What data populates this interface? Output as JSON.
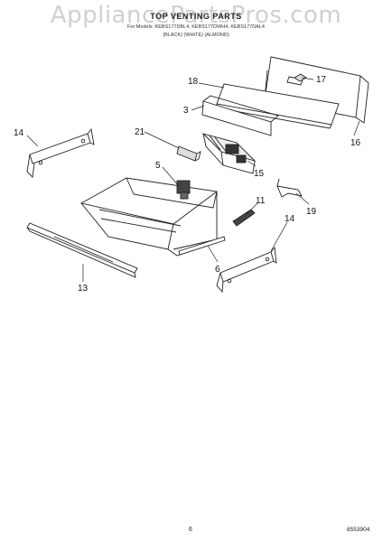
{
  "watermark": "AppliancePartsPros.com",
  "header": {
    "title": "TOP VENTING PARTS",
    "models_line": "For Models: KEBS177DBL4, KEBS177DWH4, KEBS177DAL4",
    "colors_line": "(BLACK)          (WHITE)          (ALMOND)"
  },
  "callouts": [
    "18",
    "17",
    "3",
    "14",
    "21",
    "5",
    "16",
    "15",
    "11",
    "19",
    "14",
    "6",
    "13"
  ],
  "footer": {
    "page_number": "6",
    "doc_code": "8553904"
  }
}
